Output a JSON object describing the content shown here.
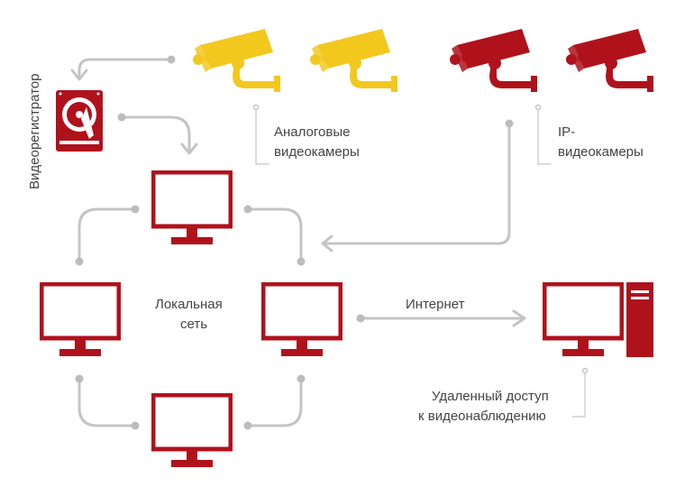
{
  "labels": {
    "recorder": "Видеорегистратор",
    "analog_line1": "Аналоговые",
    "analog_line2": "видеокамеры",
    "ip_line1": "IP-",
    "ip_line2": "видеокамеры",
    "lan_line1": "Локальная",
    "lan_line2": "сеть",
    "internet": "Интернет",
    "remote_line1": "Удаленный доступ",
    "remote_line2": "к видеонаблюдению"
  },
  "colors": {
    "analog_camera": "#f3c81e",
    "ip_camera": "#b0121c",
    "device": "#b0121c",
    "connector": "#c4c4c4",
    "text": "#444444"
  },
  "icons": {
    "camera": "cctv-camera-icon",
    "recorder": "hard-drive-icon",
    "monitor": "monitor-icon",
    "pc_tower": "pc-tower-icon"
  }
}
